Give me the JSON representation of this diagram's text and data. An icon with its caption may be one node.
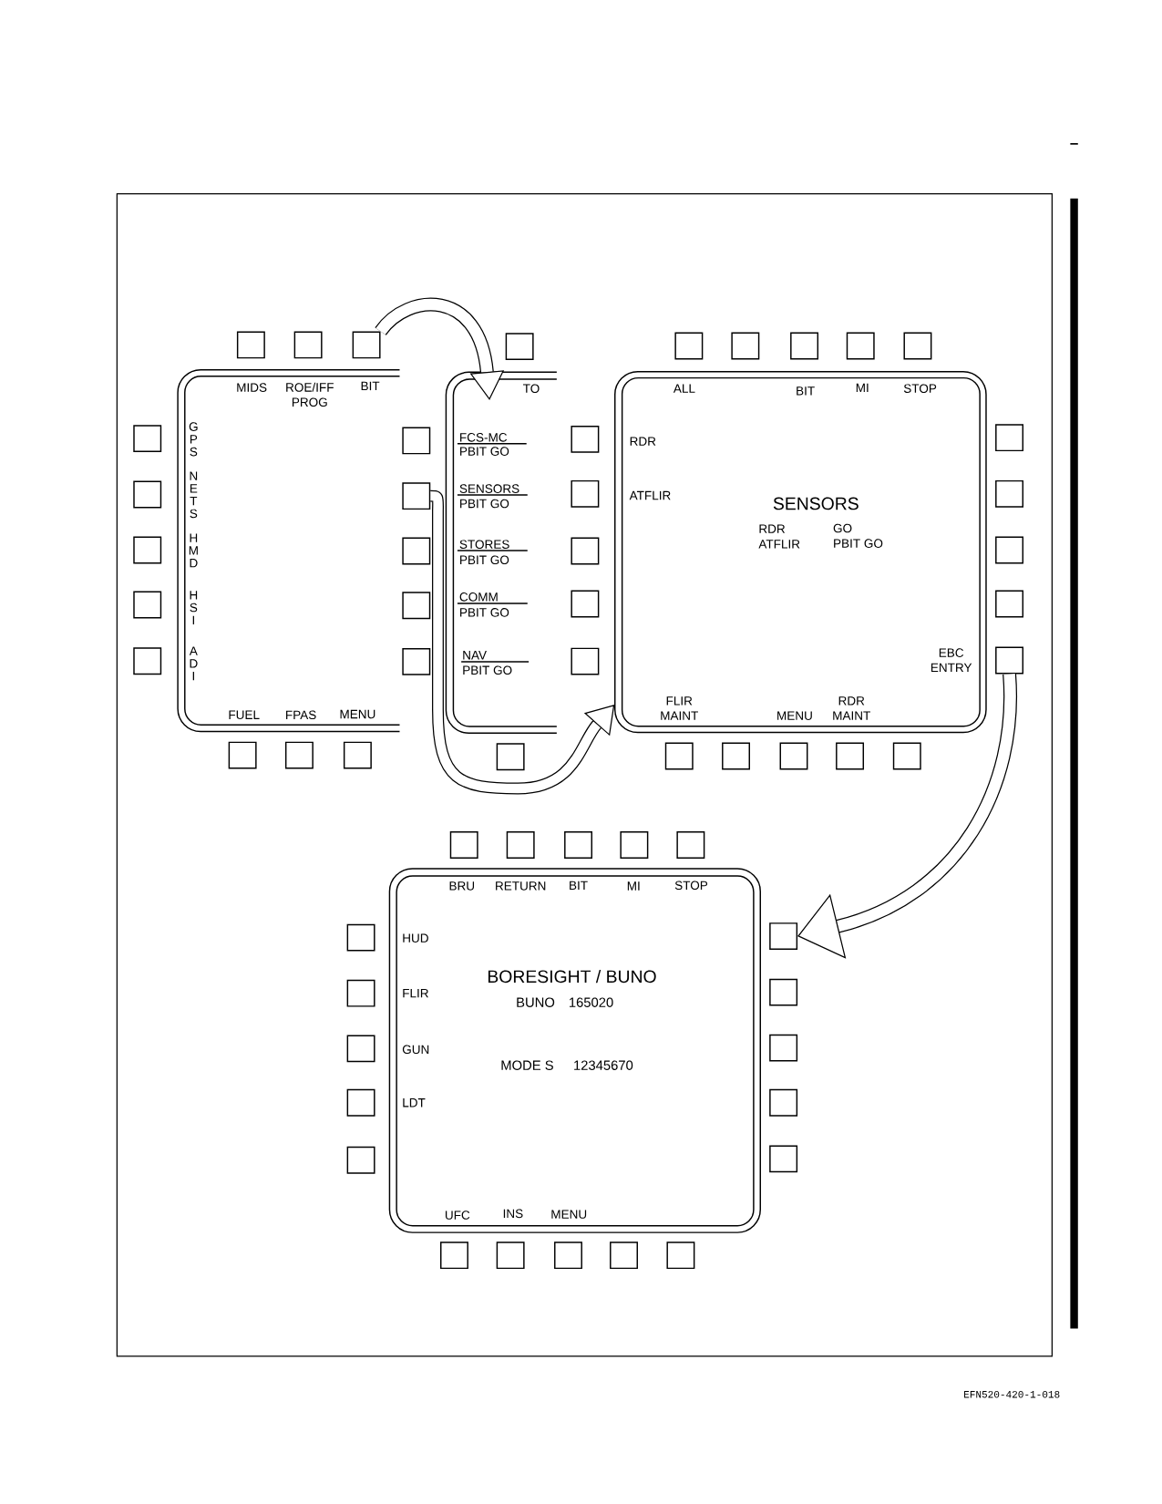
{
  "diagram": {
    "nodes": [
      {
        "text": [
          "MIDS",
          "ROE/IFF PROG",
          "BIT",
          "GPS",
          "NETS",
          "HMD",
          "HSI",
          "ADI",
          "FUEL",
          "FPAS",
          "MENU"
        ]
      },
      {
        "text": [],
        "shape": "box"
      },
      {
        "text": [],
        "shape": "box"
      },
      {
        "text": [],
        "shape": "box"
      },
      {
        "text": [],
        "shape": "box"
      },
      {
        "text": [],
        "shape": "box"
      },
      {
        "text": [],
        "shape": "box"
      },
      {
        "text": [],
        "shape": "box"
      },
      {
        "text": [],
        "shape": "box"
      },
      {
        "text": [],
        "shape": "box"
      },
      {
        "text": [],
        "shape": "box"
      },
      {
        "text": [],
        "shape": "box"
      },
      {
        "text": [
          "TO",
          "FCS-MC",
          "PBIT GO",
          "SENSORS",
          "PBIT GO",
          "STORES",
          "PBIT GO",
          "COMM",
          "PBIT GO",
          "NAV",
          "PBIT GO"
        ]
      },
      {
        "text": [],
        "shape": "box"
      },
      {
        "text": [],
        "shape": "box"
      },
      {
        "text": [],
        "shape": "box"
      },
      {
        "text": [],
        "shape": "box"
      },
      {
        "text": [],
        "shape": "box"
      },
      {
        "text": [],
        "shape": "box"
      },
      {
        "text": [],
        "shape": "box"
      },
      {
        "text": [
          "ALL",
          "BIT",
          "MI",
          "STOP",
          "RDR",
          "ATFLIR",
          "SENSORS",
          "RDR",
          "GO",
          "ATFLIR",
          "PBIT GO",
          "EBC ENTRY",
          "FLIR MAINT",
          "MENU",
          "RDR MAINT"
        ]
      },
      {
        "text": [],
        "shape": "box"
      },
      {
        "text": [],
        "shape": "box"
      },
      {
        "text": [],
        "shape": "box"
      },
      {
        "text": [],
        "shape": "box"
      },
      {
        "text": [],
        "shape": "box"
      },
      {
        "text": [],
        "shape": "box"
      },
      {
        "text": [],
        "shape": "box"
      },
      {
        "text": [],
        "shape": "box"
      },
      {
        "text": [],
        "shape": "box"
      },
      {
        "text": [],
        "shape": "box"
      },
      {
        "text": [],
        "shape": "box"
      },
      {
        "text": [],
        "shape": "box"
      },
      {
        "text": [],
        "shape": "box"
      },
      {
        "text": [],
        "shape": "box"
      },
      {
        "text": [],
        "shape": "box"
      },
      {
        "text": [],
        "shape": "box"
      },
      {
        "text": [],
        "shape": "box"
      },
      {
        "text": [],
        "shape": "box"
      },
      {
        "text": [],
        "shape": "box"
      },
      {
        "text": [],
        "shape": "box"
      },
      {
        "text": [
          "BRU",
          "RETURN",
          "BIT",
          "MI",
          "STOP",
          "HUD",
          "FLIR",
          "GUN",
          "LDT",
          "BORESIGHT / BUNO",
          "BUNO",
          "165020",
          "MODE S",
          "12345670",
          "UFC",
          "INS",
          "MENU"
        ]
      },
      {
        "text": [],
        "shape": "box"
      },
      {
        "text": [],
        "shape": "box"
      },
      {
        "text": [],
        "shape": "box"
      },
      {
        "text": [],
        "shape": "box"
      },
      {
        "text": [],
        "shape": "box"
      },
      {
        "text": [],
        "shape": "box"
      },
      {
        "text": [],
        "shape": "box"
      },
      {
        "text": [],
        "shape": "box"
      },
      {
        "text": [],
        "shape": "box"
      },
      {
        "text": [],
        "shape": "box"
      },
      {
        "text": [],
        "shape": "box"
      },
      {
        "text": [],
        "shape": "box"
      },
      {
        "text": [],
        "shape": "box"
      },
      {
        "text": [],
        "shape": "box"
      },
      {
        "text": [],
        "shape": "box"
      },
      {
        "text": [],
        "shape": "box"
      },
      {
        "text": [],
        "shape": "box"
      },
      {
        "text": [],
        "shape": "box"
      },
      {
        "text": [],
        "shape": "box"
      },
      {
        "text": [],
        "shape": "box"
      }
    ],
    "edges": [
      {
        "from": 3,
        "to": 12,
        "arrow": "to"
      },
      {
        "from": 15,
        "to": 20,
        "arrow": "to"
      },
      {
        "from": 35,
        "to": 52,
        "arrow": "to"
      }
    ],
    "labels": [
      "EFN520-420-1-018"
    ]
  }
}
